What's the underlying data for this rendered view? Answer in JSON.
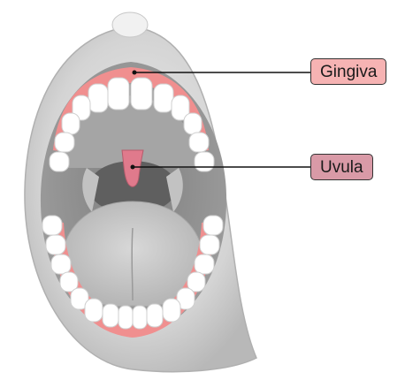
{
  "labels": {
    "gingiva": "Gingiva",
    "uvula": "Uvula"
  },
  "colors": {
    "gingiva_tag": "#f6b3b3",
    "uvula_tag": "#d99aa7",
    "gum": "#f08f8f",
    "uvula": "#e07a8c",
    "lips": "#cfcfcf",
    "mouth_interior": "#bdbdbd",
    "tongue": "#c6c6c6",
    "teeth": "#ffffff",
    "leader_line": "#111111"
  },
  "icons": {
    "illustration": "open-mouth-anatomy-illustration"
  }
}
